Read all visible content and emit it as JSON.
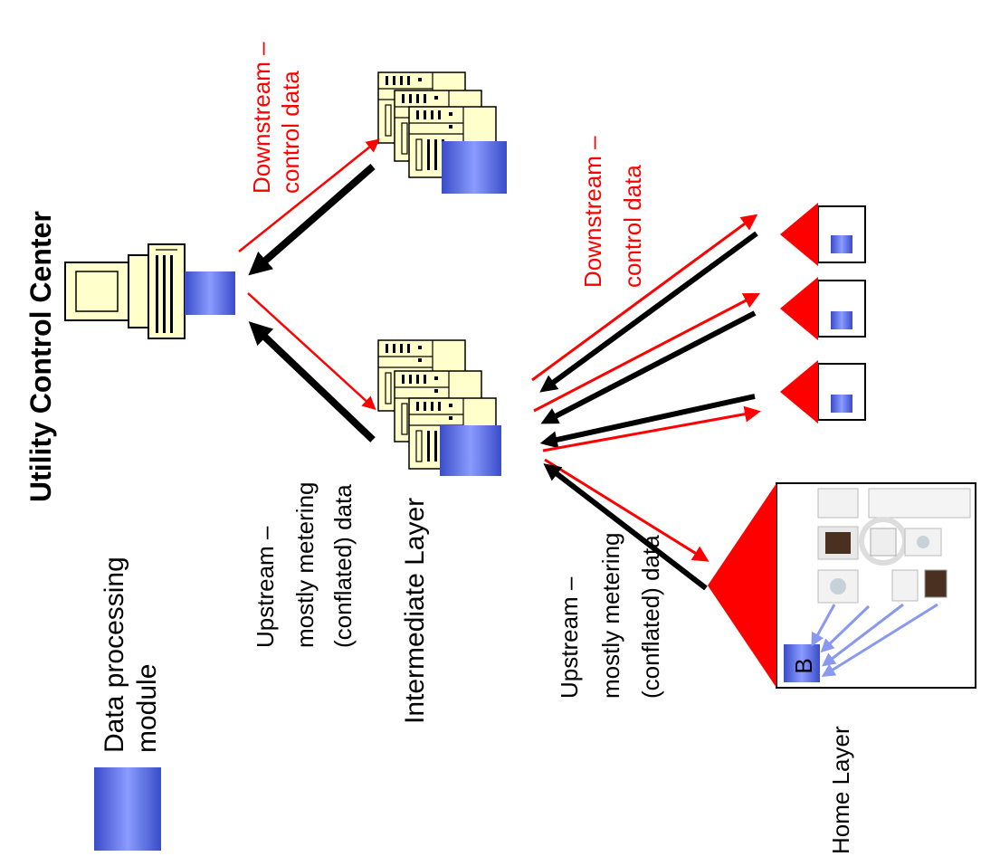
{
  "title": "Utility Control Center",
  "legend": {
    "line1": "Data processing",
    "line2": "module",
    "color": "#5a6ee6"
  },
  "labels": {
    "downstream_top": [
      "Downstream –",
      "control data"
    ],
    "downstream_right": [
      "Downstream –",
      "control data"
    ],
    "upstream_left": [
      "Upstream –",
      "mostly metering",
      "(conflated) data"
    ],
    "upstream_bottom": [
      "Upstream –",
      "mostly metering",
      "(conflated) data"
    ],
    "intermediate_layer": "Intermediate Layer",
    "home_layer": "Home Layer",
    "home_box_letter": "B"
  },
  "colors": {
    "downstream_arrow": "#ff0000",
    "upstream_arrow": "#000000",
    "appliance_arrow": "#8899ee",
    "house_roof": "#ff0000",
    "server_fill": "#ffffcc"
  }
}
